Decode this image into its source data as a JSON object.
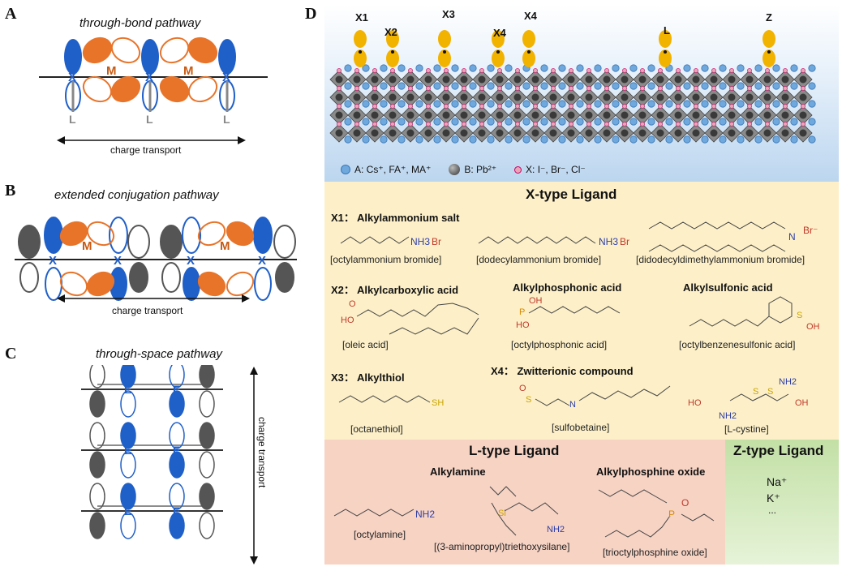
{
  "panels": {
    "a": {
      "letter": "A",
      "title": "through-bond pathway",
      "x_label": "X",
      "m_label": "M",
      "l_label": "L",
      "transport": "charge transport"
    },
    "b": {
      "letter": "B",
      "title": "extended conjugation pathway",
      "x_label": "X",
      "m_label": "M",
      "transport": "charge transport"
    },
    "c": {
      "letter": "C",
      "title": "through-space pathway",
      "e_label": "E",
      "transport": "charge transport"
    },
    "d": {
      "letter": "D",
      "ligand_tags": {
        "x1": "X1",
        "x2": "X2",
        "x3": "X3",
        "x4": "X4",
        "l": "L",
        "z": "Z"
      },
      "legend": {
        "a": "A: Cs⁺, FA⁺, MA⁺",
        "b": "B: Pb²⁺",
        "x": "X: I⁻, Br⁻, Cl⁻"
      },
      "x_section": {
        "title": "X-type Ligand",
        "x1_tag": "X1",
        "x1_heading": "Alkylammonium salt",
        "x1_items": [
          "[octylammonium bromide]",
          "[dodecylammonium bromide]",
          "[didodecyldimethylammonium bromide]"
        ],
        "x2_tag": "X2",
        "x2_heading": "Alkylcarboxylic acid",
        "phos_heading": "Alkylphosphonic acid",
        "sulf_heading": "Alkylsulfonic acid",
        "x2_items": [
          "[oleic acid]",
          "[octylphosphonic acid]",
          "[octylbenzenesulfonic acid]"
        ],
        "x3_tag": "X3",
        "x3_heading": "Alkylthiol",
        "x4_tag": "X4",
        "x4_heading": "Zwitterionic compound",
        "x3_items": [
          "[octanethiol]",
          "[sulfobetaine]",
          "[L-cystine]"
        ],
        "chem": {
          "nh3": "NH3",
          "br": "Br",
          "n": "N",
          "brm": "Br⁻",
          "ho": "HO",
          "o": "O",
          "oh": "OH",
          "p": "P",
          "s": "S",
          "sh": "SH",
          "nh2": "NH2",
          "si": "Si"
        }
      },
      "l_section": {
        "title": "L-type Ligand",
        "amine_heading": "Alkylamine",
        "phosphine_heading": "Alkylphosphine oxide",
        "items": [
          "[octylamine]",
          "[(3-aminopropyl)triethoxysilane]",
          "[trioctylphosphine oxide]"
        ]
      },
      "z_section": {
        "title": "Z-type Ligand",
        "items": [
          "Na⁺",
          "K⁺",
          "..."
        ]
      }
    }
  },
  "colors": {
    "blue_orbital": "#1f5fc8",
    "orange_orbital": "#e8742a",
    "gray_orbital": "#555555",
    "ligand_yellow": "#f2b200",
    "x_bg": "#fdf0c8",
    "l_bg": "#f7d3c4",
    "z_bg": "#cfe7b8",
    "lattice_bg_top": "#d7e8f7"
  }
}
